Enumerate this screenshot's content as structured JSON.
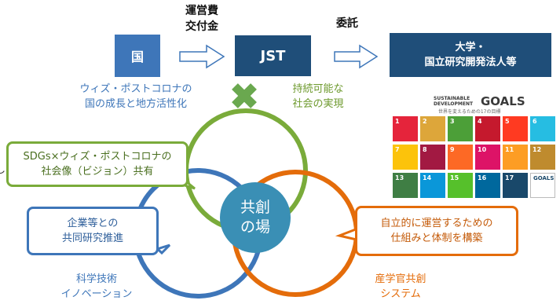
{
  "flow": {
    "kuni_label": "国",
    "label_a": "運営費\n交付金",
    "jst_label": "JST",
    "label_b": "委託",
    "univ_label": "大学・\n国立研究開発法人等"
  },
  "captions": {
    "kuni_caption": "ウィズ・ポストコロナの\n国の成長と地方活性化",
    "jst_caption": "持続可能な\n社会の実現"
  },
  "callouts": {
    "green": "SDGs×ウィズ・ポストコロナの\n社会像（ビジョン）共有",
    "blue": "企業等との\n共同研究推進",
    "orange": "自立的に運営するための\n仕組みと体制を構築"
  },
  "circles": {
    "center": "共創\nの場",
    "blue_caption": "科学技術\nイノベーション",
    "orange_caption": "産学官共創\nシステム",
    "left_stub": "し"
  },
  "sdgs": {
    "header_small": "SUSTAINABLE\nDEVELOPMENT",
    "header_goals": "GOALS",
    "subline": "世界を変えるための17の目標",
    "tiles": [
      {
        "num": "1",
        "color": "#e5243b"
      },
      {
        "num": "2",
        "color": "#dda63a"
      },
      {
        "num": "3",
        "color": "#4c9f38"
      },
      {
        "num": "4",
        "color": "#c5192d"
      },
      {
        "num": "5",
        "color": "#ff3a21"
      },
      {
        "num": "6",
        "color": "#26bde2"
      },
      {
        "num": "7",
        "color": "#fcc30b"
      },
      {
        "num": "8",
        "color": "#a21942"
      },
      {
        "num": "9",
        "color": "#fd6925"
      },
      {
        "num": "10",
        "color": "#dd1367"
      },
      {
        "num": "11",
        "color": "#fd9d24"
      },
      {
        "num": "12",
        "color": "#bf8b2e"
      },
      {
        "num": "13",
        "color": "#3f7e44"
      },
      {
        "num": "14",
        "color": "#0a97d9"
      },
      {
        "num": "15",
        "color": "#56c02b"
      },
      {
        "num": "16",
        "color": "#00689d"
      },
      {
        "num": "17",
        "color": "#19486a"
      },
      {
        "num": "",
        "color": "#ffffff"
      }
    ]
  },
  "colors": {
    "navy": "#1f4e79",
    "blue": "#3e76b9",
    "green": "#7aab3a",
    "orange": "#e46c0a",
    "teal": "#3a8fb5"
  }
}
